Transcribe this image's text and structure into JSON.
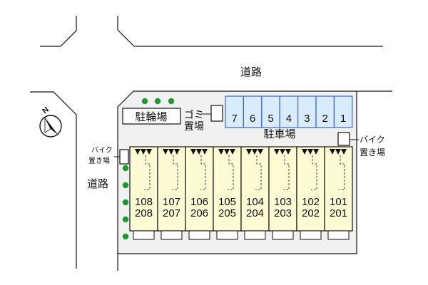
{
  "labels": {
    "road_top": "道路",
    "road_left": "道路",
    "bicycle_parking": "駐輪場",
    "garbage_line1": "ゴミ",
    "garbage_line2": "置場",
    "parking_lot": "駐車場",
    "bike_left_line1": "バイク",
    "bike_left_line2": "置き場",
    "bike_right_line1": "バイク",
    "bike_right_line2": "置き場",
    "north": "N"
  },
  "parking_spaces": [
    "7",
    "6",
    "5",
    "4",
    "3",
    "2",
    "1"
  ],
  "units": [
    {
      "upper": "108",
      "lower": "208"
    },
    {
      "upper": "107",
      "lower": "207"
    },
    {
      "upper": "106",
      "lower": "206"
    },
    {
      "upper": "105",
      "lower": "205"
    },
    {
      "upper": "104",
      "lower": "204"
    },
    {
      "upper": "103",
      "lower": "203"
    },
    {
      "upper": "102",
      "lower": "202"
    },
    {
      "upper": "101",
      "lower": "201"
    }
  ],
  "colors": {
    "building_fill": "#fdfbd4",
    "lot_fill": "#f1f1f1",
    "parking_fill": "#d9ecfb",
    "parking_stroke": "#3a64c6",
    "tree": "#1f9a30",
    "line": "#111111"
  }
}
